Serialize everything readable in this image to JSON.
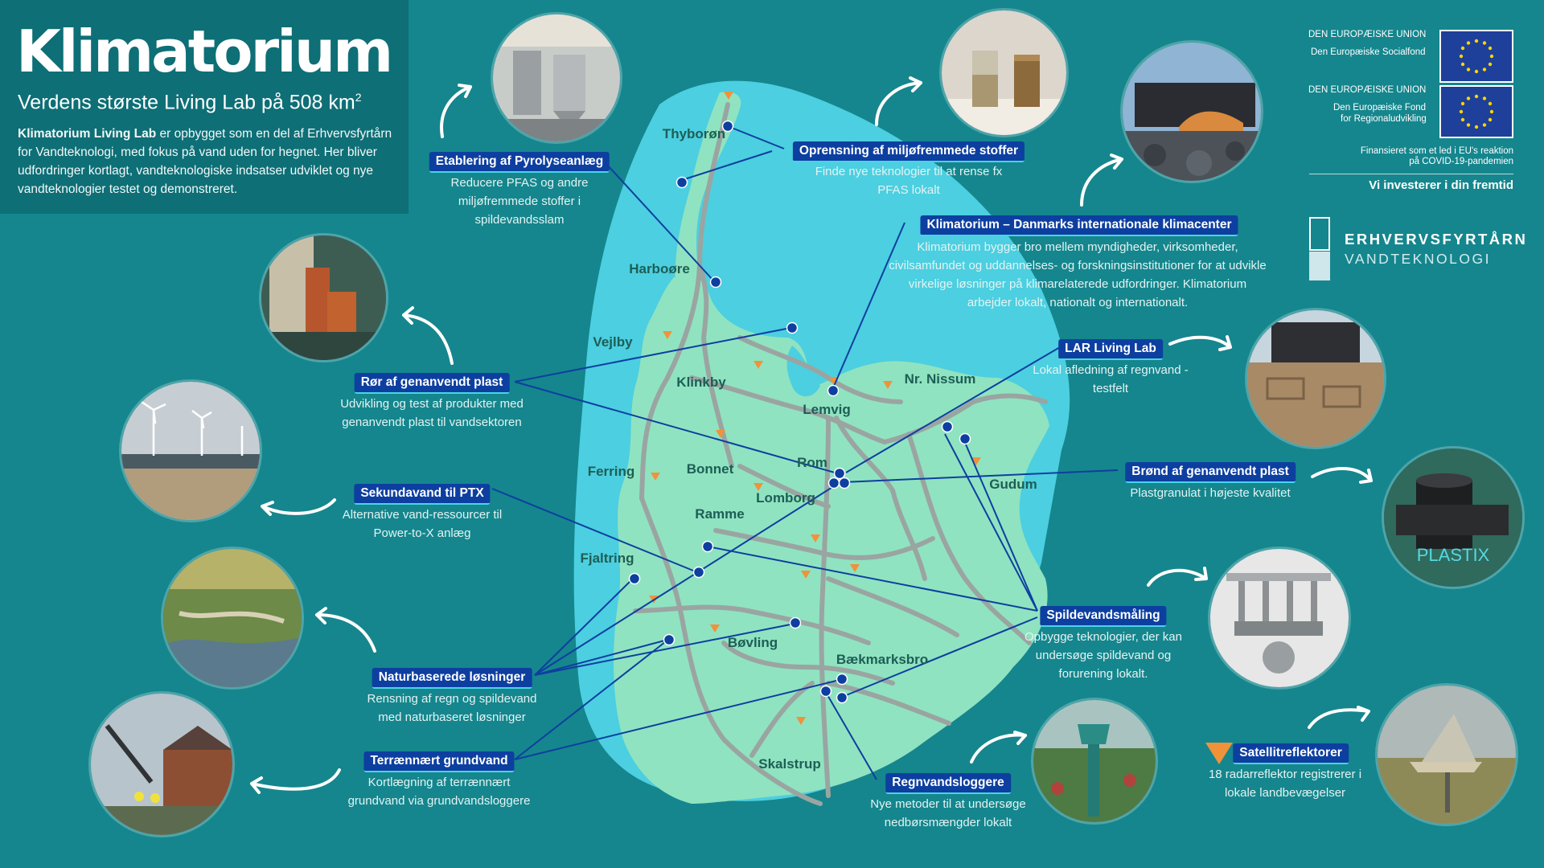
{
  "header": {
    "brand": "Klimatorium",
    "subtitle": "Verdens største Living Lab på 508 km",
    "subtitle_sup": "2",
    "intro_bold": "Klimatorium Living Lab",
    "intro_rest": " er opbygget som en del af Erhvervsfyrtårn for Vandteknologi, med fokus på vand uden for hegnet. Her bliver udfordringer kortlagt, vandteknologiske indsatser udviklet og nye vandteknologier testet og demonstreret."
  },
  "funding": {
    "eu1_title": "DEN EUROPÆISKE UNION",
    "eu1_fund": "Den Europæiske Socialfond",
    "eu2_title": "DEN EUROPÆISKE UNION",
    "eu2_fund_line1": "Den Europæiske Fond",
    "eu2_fund_line2": "for Regionaludvikling",
    "note_line1": "Finansieret som et led i EU's reaktion",
    "note_line2": "på COVID-19-pandemien",
    "slogan": "Vi investerer i din fremtid",
    "efv_line1": "ERHVERVSFYRTÅRN",
    "efv_line2": "VANDTEKNOLOGI"
  },
  "projects": [
    {
      "label": "Etablering af Pyrolyseanlæg",
      "desc": "Reducere PFAS og andre miljøfremmede stoffer i spildevandsslam"
    },
    {
      "label": "Oprensning af miljøfremmede stoffer",
      "desc": "Finde nye teknologier til at rense fx PFAS lokalt"
    },
    {
      "label": "Klimatorium – Danmarks internationale klimacenter",
      "desc": "Klimatorium bygger bro mellem myndigheder, virksomheder, civilsamfundet og uddannelses- og forskningsinstitutioner for at udvikle virkelige løsninger på klimarelaterede udfordringer. Klimatorium arbejder lokalt, nationalt og internationalt."
    },
    {
      "label": "Rør af genanvendt plast",
      "desc": "Udvikling og test af produkter med genanvendt plast til vandsektoren"
    },
    {
      "label": "LAR Living Lab",
      "desc": "Lokal afledning af regnvand - testfelt"
    },
    {
      "label": "Brønd af genanvendt plast",
      "desc": "Plastgranulat i højeste kvalitet"
    },
    {
      "label": "Sekundavand til PTX",
      "desc": "Alternative vand-ressourcer til Power-to-X anlæg"
    },
    {
      "label": "Spildevandsmåling",
      "desc": "Opbygge teknologier, der kan undersøge spildevand og forurening lokalt."
    },
    {
      "label": "Naturbaserede løsninger",
      "desc": "Rensning af regn og spildevand med naturbaseret løsninger"
    },
    {
      "label": "Terrænnært grundvand",
      "desc": "Kortlægning af terrænnært grundvand via grundvandsloggere"
    },
    {
      "label": "Regnvandsloggere",
      "desc": "Nye metoder til at undersøge nedbørsmængder lokalt"
    },
    {
      "label": "Satellitreflektorer",
      "desc": "18 radarreflektor registrerer i lokale landbevægelser"
    }
  ],
  "towns": [
    "Thyborøn",
    "Harboøre",
    "Vejlby",
    "Klinkby",
    "Lemvig",
    "Nr. Nissum",
    "Ferring",
    "Bonnet",
    "Rom",
    "Gudum",
    "Lomborg",
    "Ramme",
    "Fjaltring",
    "Bøvling",
    "Bækmarksbro",
    "Skalstrup"
  ],
  "photo_texts": {
    "plastix": "PLASTIX"
  },
  "colors": {
    "background": "#15868d",
    "title_panel": "#0e6f76",
    "sea": "#4ccfe0",
    "land": "#90e3c0",
    "road": "#9aa5a2",
    "label_bg": "#0d3fa0",
    "marker": "#0d3fa0",
    "reflector": "#f0923a",
    "eu_blue": "#1e3f9a",
    "eu_star": "#ffd400"
  }
}
